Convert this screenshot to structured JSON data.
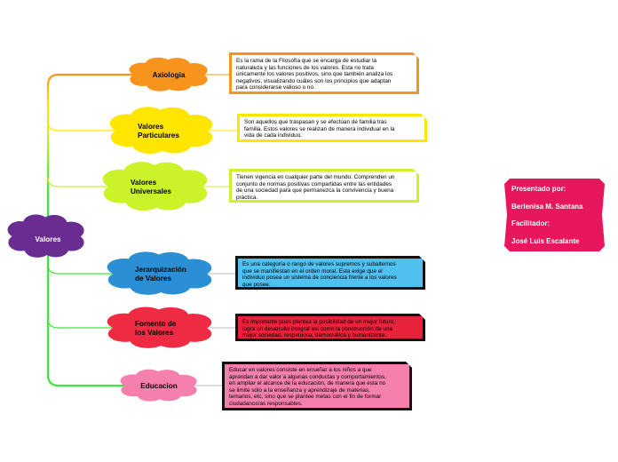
{
  "root": {
    "label": "Valores",
    "color": "#6a2c91"
  },
  "branches": [
    {
      "id": "axiologia",
      "label": [
        "Axiologia"
      ],
      "cloud_color": "#f7941d",
      "box_border": "#f7941d",
      "box_fill": "#ffffff",
      "box_text_color": "#000000",
      "text": [
        "Es la rama de la Filosofía que se encarga de estudiar la",
        "naturaleza y las funciones de los valores. Esta no trata",
        "únicamente los valores positivos, sino que también analiza los",
        "negativos, visualizando cuáles son los principios que adaptan",
        "para considerarse valioso o no."
      ]
    },
    {
      "id": "particulares",
      "label": [
        "Valores",
        "Particulares"
      ],
      "cloud_color": "#ffe600",
      "box_border": "#ffe600",
      "box_fill": "#ffffff",
      "box_text_color": "#000000",
      "text": [
        "Son aquellos que traspasan y se efectúan de  familia tras",
        "familia. Estos valores se realizan de manera individual en la",
        "vida de cada individuo."
      ]
    },
    {
      "id": "universales",
      "label": [
        "Valores",
        "Universales"
      ],
      "cloud_color": "#ccf229",
      "box_border": "#ccf229",
      "box_fill": "#ffffff",
      "box_text_color": "#000000",
      "text": [
        "Tienen vigencia en cualquier parte del mundo. Comprenden un",
        "conjunto de normas positivas compartidas entre las entidades",
        "de una sociedad para que permanezca la convivencia y buena",
        "práctica."
      ]
    },
    {
      "id": "jerarquizacion",
      "label": [
        "Jerarquización",
        "de Valores"
      ],
      "cloud_color": "#2a8fd4",
      "box_border": "#111111",
      "box_fill": "#4fc0f0",
      "box_text_color": "#000000",
      "text": [
        "Es una categoría o rango de valores supremos y subalternos",
        "que se  manifiestan en el orden moral. Esta exige que el",
        "individuo posea un sistema de conciencia frente a los valores",
        "que posee."
      ]
    },
    {
      "id": "fomento",
      "label": [
        "Fomento de",
        "los Valores"
      ],
      "cloud_color": "#ef2a43",
      "box_border": "#111111",
      "box_fill": "#e8223a",
      "box_text_color": "#000000",
      "text": [
        "Es importante pues plantea la posibilidad de un mejor futuro,",
        "logra un desarrollo integral así como la construcción de una",
        "mejor sociedad, respetuosa, democrática y humanizante."
      ]
    },
    {
      "id": "educacion",
      "label": [
        "Educacion"
      ],
      "cloud_color": "#f580ad",
      "box_border": "#111111",
      "box_fill": "#f580ad",
      "box_text_color": "#000000",
      "text": [
        "Educar en valores consiste en enseñar a los niños a que",
        "aprendan a dar valor a algunas conductas y comportamientos,",
        "en ampliar el alcance de la educación, de manera que esta no",
        "se limite sólo a la enseñanza y aprendizaje de materias,",
        "temarios, etc, sino que se plantee metas con el fin de formar",
        "ciudadanos/as responsables."
      ]
    }
  ],
  "credits": {
    "color": "#e8175d",
    "lines": [
      "Presentado por:",
      "Berlenisa M. Santana",
      "Facilitador:",
      "José Luis Escalante"
    ]
  }
}
